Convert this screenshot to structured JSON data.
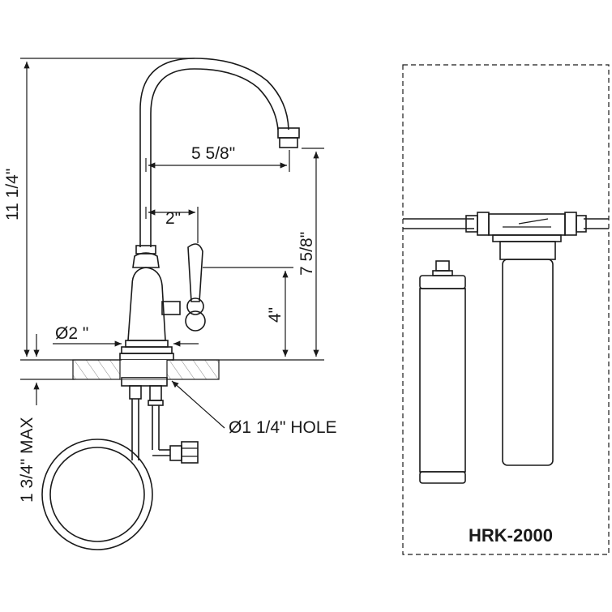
{
  "dimensions": {
    "height_total": "11  1/4\"",
    "spout_reach": "5  5/8\"",
    "handle_offset": "2\"",
    "spout_height": "7 5/8\"",
    "handle_height": "4\"",
    "base_diameter": "Ø2 \"",
    "hole_size": "Ø1 1/4\" HOLE",
    "deck_thickness": "1  3/4\" MAX"
  },
  "filter_panel": {
    "model": "HRK-2000"
  }
}
